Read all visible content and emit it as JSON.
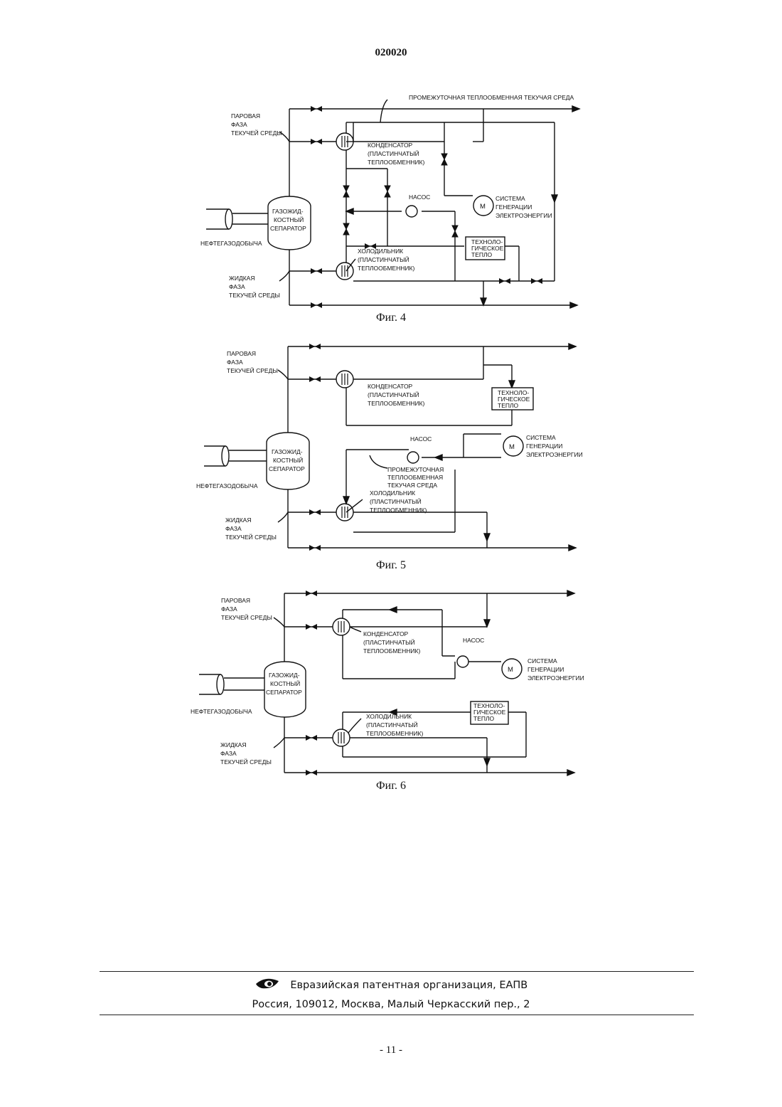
{
  "header": {
    "doc_number": "020020"
  },
  "labels": {
    "vapor": [
      "ПАРОВАЯ",
      "ФАЗА",
      "ТЕКУЧЕЙ СРЕДЫ"
    ],
    "liquid": [
      "ЖИДКАЯ",
      "ФАЗА",
      "ТЕКУЧЕЙ СРЕДЫ"
    ],
    "oilgas": "НЕФТЕГАЗОДОБЫЧА",
    "separator": [
      "ГАЗОЖИД-",
      "КОСТНЫЙ",
      "СЕПАРАТОР"
    ],
    "condenser": [
      "КОНДЕНСАТОР",
      "(ПЛАСТИНЧАТЫЙ",
      "ТЕПЛООБМЕННИК)"
    ],
    "cooler": [
      "ХОЛОДИЛЬНИК",
      "(ПЛАСТИНЧАТЫЙ",
      "ТЕПЛООБМЕННИК)"
    ],
    "pump": "НАСОС",
    "power": [
      "СИСТЕМА",
      "ГЕНЕРАЦИИ",
      "ЭЛЕКТРОЭНЕРГИИ"
    ],
    "motor": "М",
    "process_heat": [
      "ТЕХНОЛО-",
      "ГИЧЕСКОЕ",
      "ТЕПЛО"
    ],
    "intermediate_long": "ПРОМЕЖУТОЧНАЯ ТЕПЛООБМЕННАЯ ТЕКУЧАЯ СРЕДА",
    "intermediate_short": [
      "ПРОМЕЖУТОЧНАЯ",
      "ТЕПЛООБМЕННАЯ",
      "ТЕКУЧАЯ СРЕДА"
    ]
  },
  "figures": [
    {
      "caption": "Фиг. 4"
    },
    {
      "caption": "Фиг. 5"
    },
    {
      "caption": "Фиг. 6"
    }
  ],
  "footer": {
    "org": "Евразийская патентная организация, ЕАПВ",
    "address": "Россия, 109012, Москва, Малый Черкасский пер., 2",
    "page": "- 11 -"
  }
}
